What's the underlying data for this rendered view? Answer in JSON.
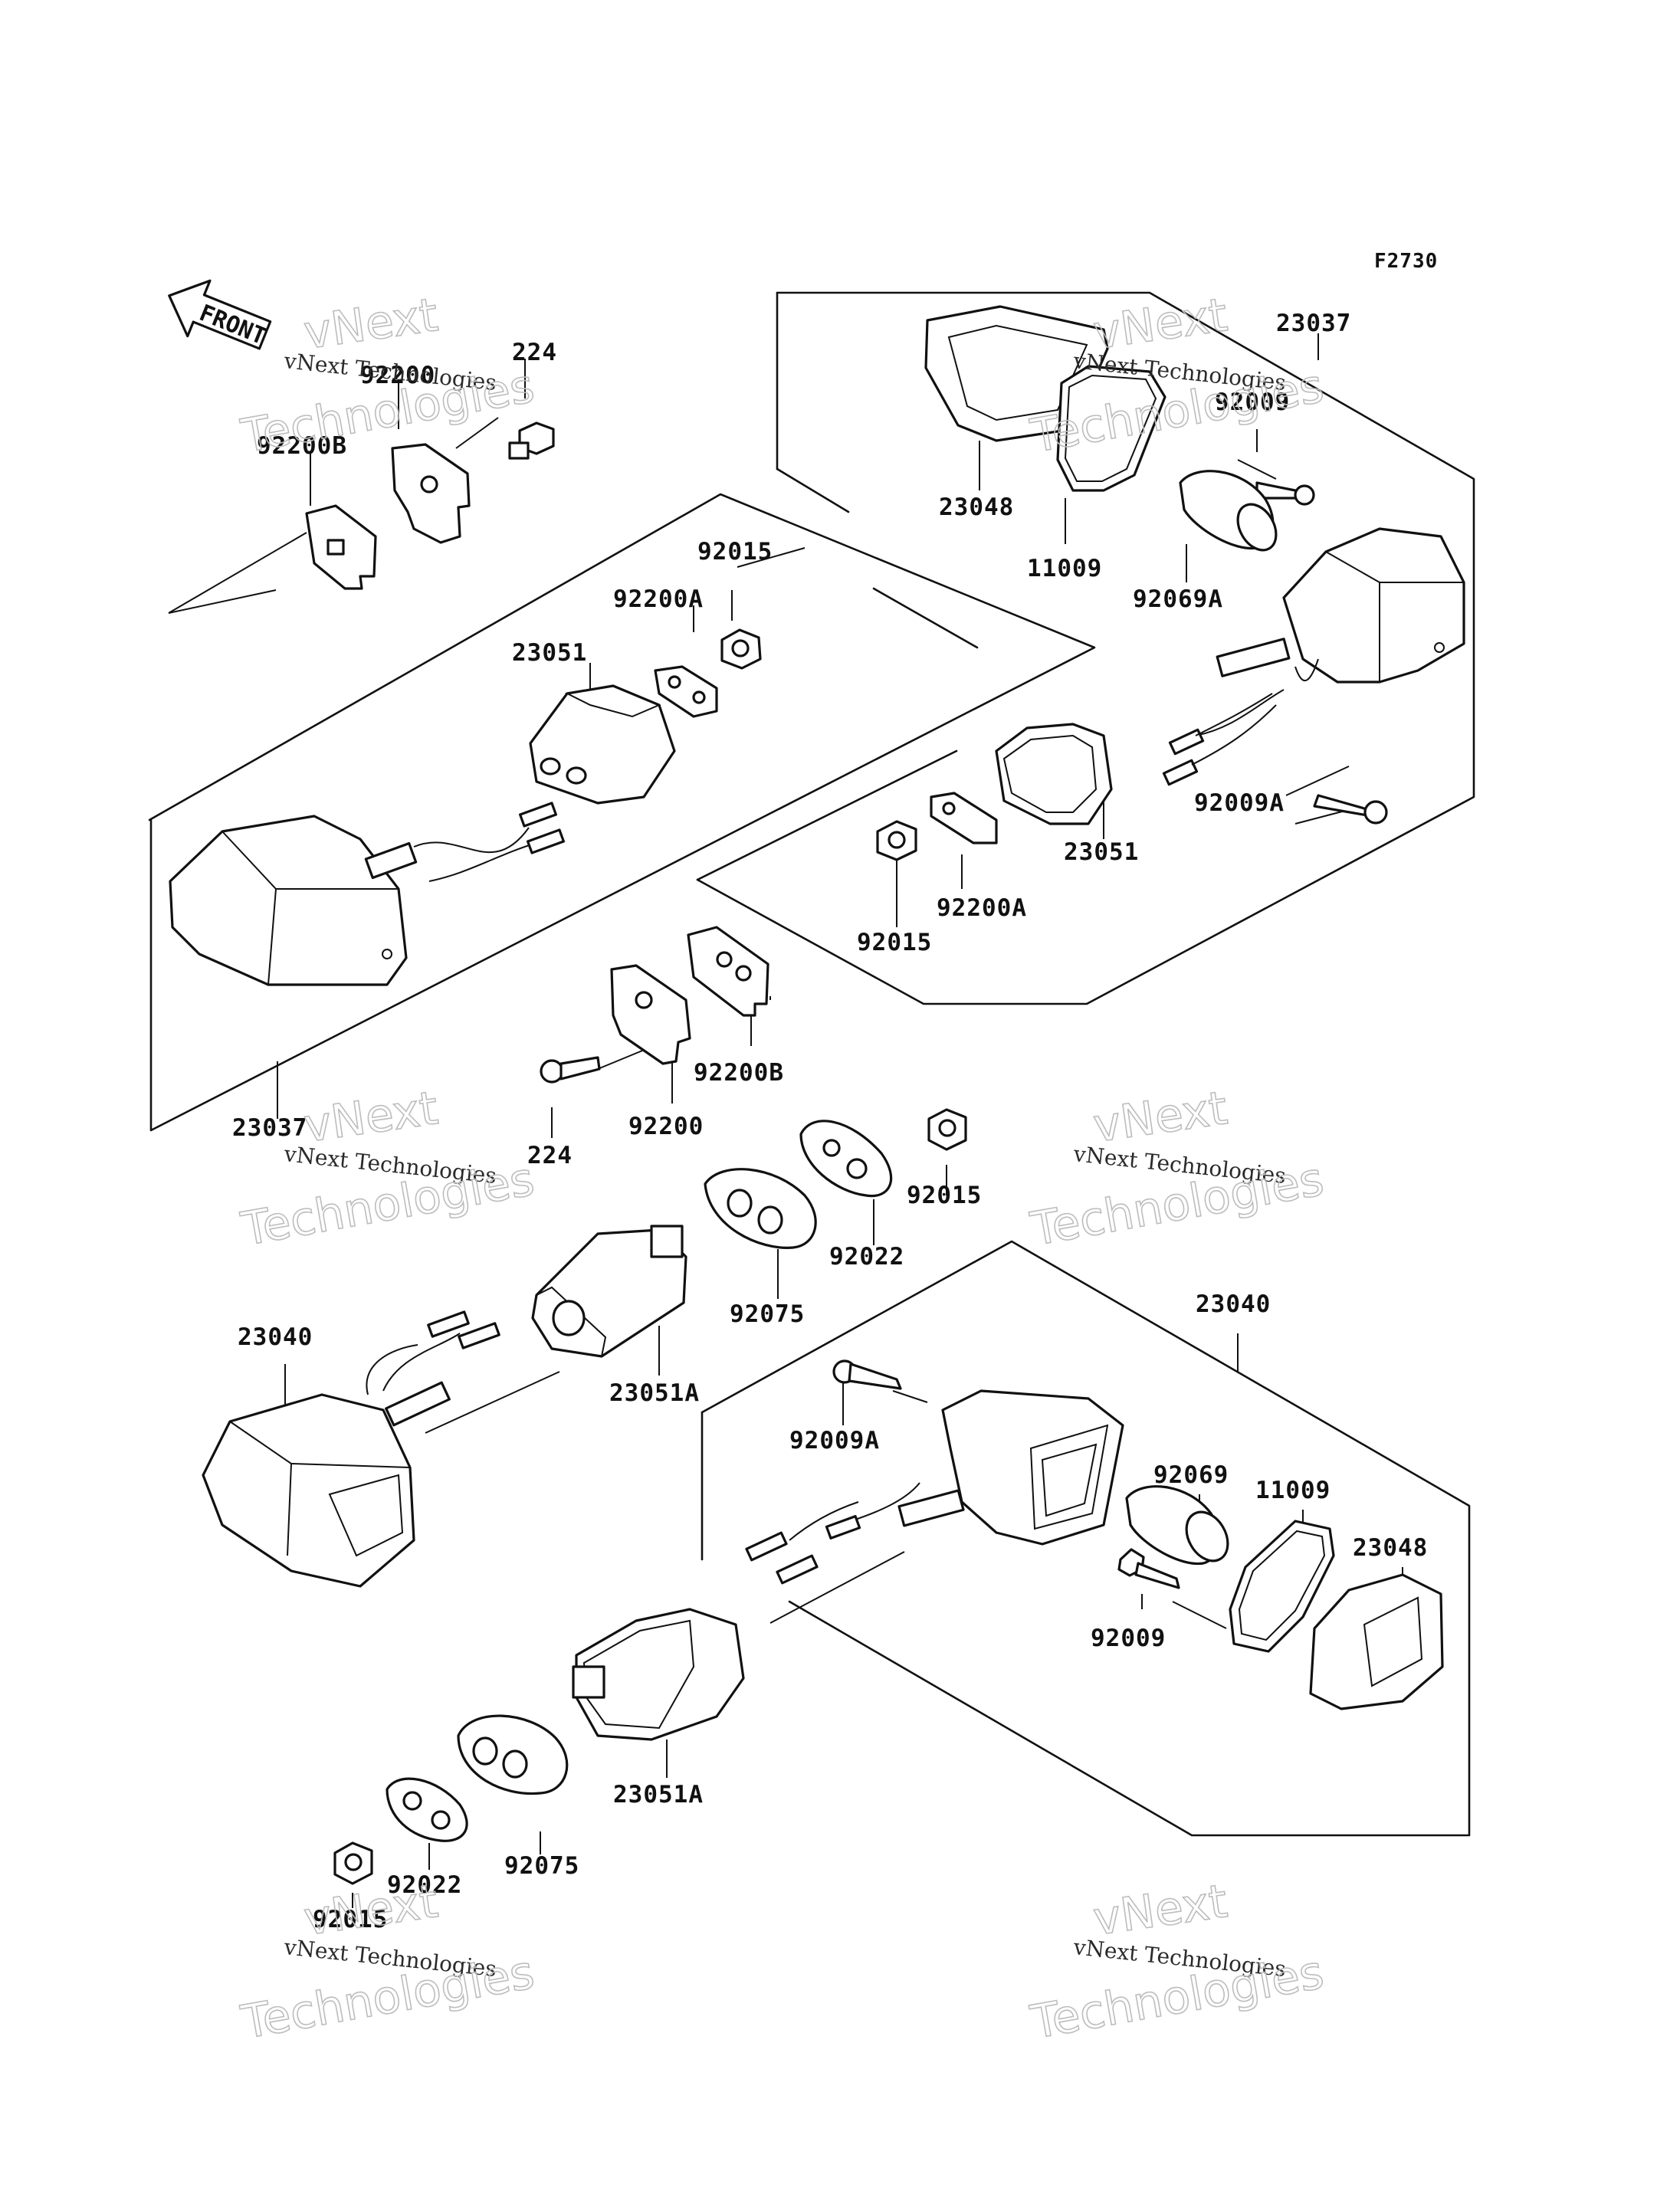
{
  "figure_code": "F2730",
  "front_label": "FRONT",
  "watermark": {
    "line1": "vNext",
    "line2": "vNext Technologies",
    "line3": "Technologies"
  },
  "callouts": [
    {
      "id": "c-92200-top",
      "label": "92200"
    },
    {
      "id": "c-224-top",
      "label": "224"
    },
    {
      "id": "c-92200B-top",
      "label": "92200B"
    },
    {
      "id": "c-92015-a",
      "label": "92015"
    },
    {
      "id": "c-92200A-a",
      "label": "92200A"
    },
    {
      "id": "c-23051-a",
      "label": "23051"
    },
    {
      "id": "c-23037-top",
      "label": "23037"
    },
    {
      "id": "c-92009-top",
      "label": "92009"
    },
    {
      "id": "c-23048-top",
      "label": "23048"
    },
    {
      "id": "c-11009-top",
      "label": "11009"
    },
    {
      "id": "c-92069A",
      "label": "92069A"
    },
    {
      "id": "c-92009A-top",
      "label": "92009A"
    },
    {
      "id": "c-23051-b",
      "label": "23051"
    },
    {
      "id": "c-92200A-b",
      "label": "92200A"
    },
    {
      "id": "c-92015-b",
      "label": "92015"
    },
    {
      "id": "c-92200B-mid",
      "label": "92200B"
    },
    {
      "id": "c-92200-mid",
      "label": "92200"
    },
    {
      "id": "c-224-mid",
      "label": "224"
    },
    {
      "id": "c-23037-left",
      "label": "23037"
    },
    {
      "id": "c-92015-c",
      "label": "92015"
    },
    {
      "id": "c-92022-a",
      "label": "92022"
    },
    {
      "id": "c-92075-a",
      "label": "92075"
    },
    {
      "id": "c-23040-left",
      "label": "23040"
    },
    {
      "id": "c-23051A-a",
      "label": "23051A"
    },
    {
      "id": "c-23040-right",
      "label": "23040"
    },
    {
      "id": "c-92009A-bot",
      "label": "92009A"
    },
    {
      "id": "c-92069",
      "label": "92069"
    },
    {
      "id": "c-11009-bot",
      "label": "11009"
    },
    {
      "id": "c-23048-bot",
      "label": "23048"
    },
    {
      "id": "c-92009-bot",
      "label": "92009"
    },
    {
      "id": "c-23051A-b",
      "label": "23051A"
    },
    {
      "id": "c-92075-b",
      "label": "92075"
    },
    {
      "id": "c-92022-b",
      "label": "92022"
    },
    {
      "id": "c-92015-d",
      "label": "92015"
    }
  ]
}
